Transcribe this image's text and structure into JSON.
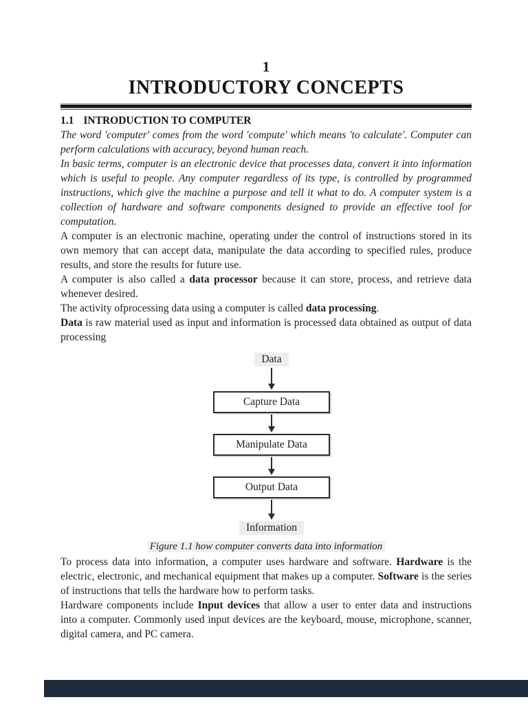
{
  "document": {
    "chapter_number": "1",
    "chapter_title": "INTRODUCTORY CONCEPTS",
    "section": {
      "number": "1.1",
      "title": "INTRODUCTION TO COMPUTER"
    },
    "paragraphs_before_figure": [
      {
        "segments": [
          {
            "t": "The word 'computer' comes from the word 'compute' which means 'to calculate'. Computer can perform calculations with accuracy, beyond human reach.",
            "i": true
          }
        ]
      },
      {
        "segments": [
          {
            "t": "In basic terms, computer is an electronic device that processes data, convert it into information which is useful to people. Any computer regardless of its type, is controlled by programmed instructions, which give the machine a purpose and tell it what to do. A computer system is a collection of hardware and software components designed to provide an effective tool for computation.",
            "i": true
          }
        ]
      },
      {
        "segments": [
          {
            "t": "A computer is an electronic machine, operating under the control of instructions stored in its own memory that can accept data, manipulate the data according to specified rules, produce results, and store the results for future use."
          }
        ]
      },
      {
        "segments": [
          {
            "t": "A computer is also called a "
          },
          {
            "t": "data processor",
            "b": true
          },
          {
            "t": " because it can store, process, and retrieve data whenever desired."
          }
        ]
      },
      {
        "segments": [
          {
            "t": "The activity ofprocessing data using a computer is called "
          },
          {
            "t": "data processing",
            "b": true
          },
          {
            "t": "."
          }
        ]
      },
      {
        "segments": [
          {
            "t": "Data",
            "b": true
          },
          {
            "t": " is raw material used as input and information is processed data obtained as output of data processing"
          }
        ]
      }
    ],
    "figure": {
      "start_label": "Data",
      "boxes": [
        "Capture Data",
        "Manipulate Data",
        "Output Data"
      ],
      "end_label": "Information",
      "caption": "Figure 1.1 how computer converts data into information"
    },
    "paragraphs_after_figure": [
      {
        "segments": [
          {
            "t": "To process data into information, a computer uses hardware and software. "
          },
          {
            "t": "Hardware",
            "b": true
          },
          {
            "t": " is the electric, electronic, and mechanical equipment that makes up a computer. "
          },
          {
            "t": "Software",
            "b": true
          },
          {
            "t": " is the series of instructions that tells the hardware how to perform tasks."
          }
        ]
      },
      {
        "segments": [
          {
            "t": "Hardware components include "
          },
          {
            "t": "Input devices",
            "b": true
          },
          {
            "t": " that allow a user to enter data and instructions into a computer. Commonly used input devices are the keyboard, mouse, microphone, scanner, digital camera, and PC camera."
          }
        ]
      }
    ],
    "colors": {
      "page_background": "#ffffff",
      "text": "#1d1d1d",
      "divider_black": "#181818",
      "divider_gray": "#8d8d8d",
      "label_highlight": "#ededed",
      "next_page_gap": "#1e2b3a"
    }
  }
}
